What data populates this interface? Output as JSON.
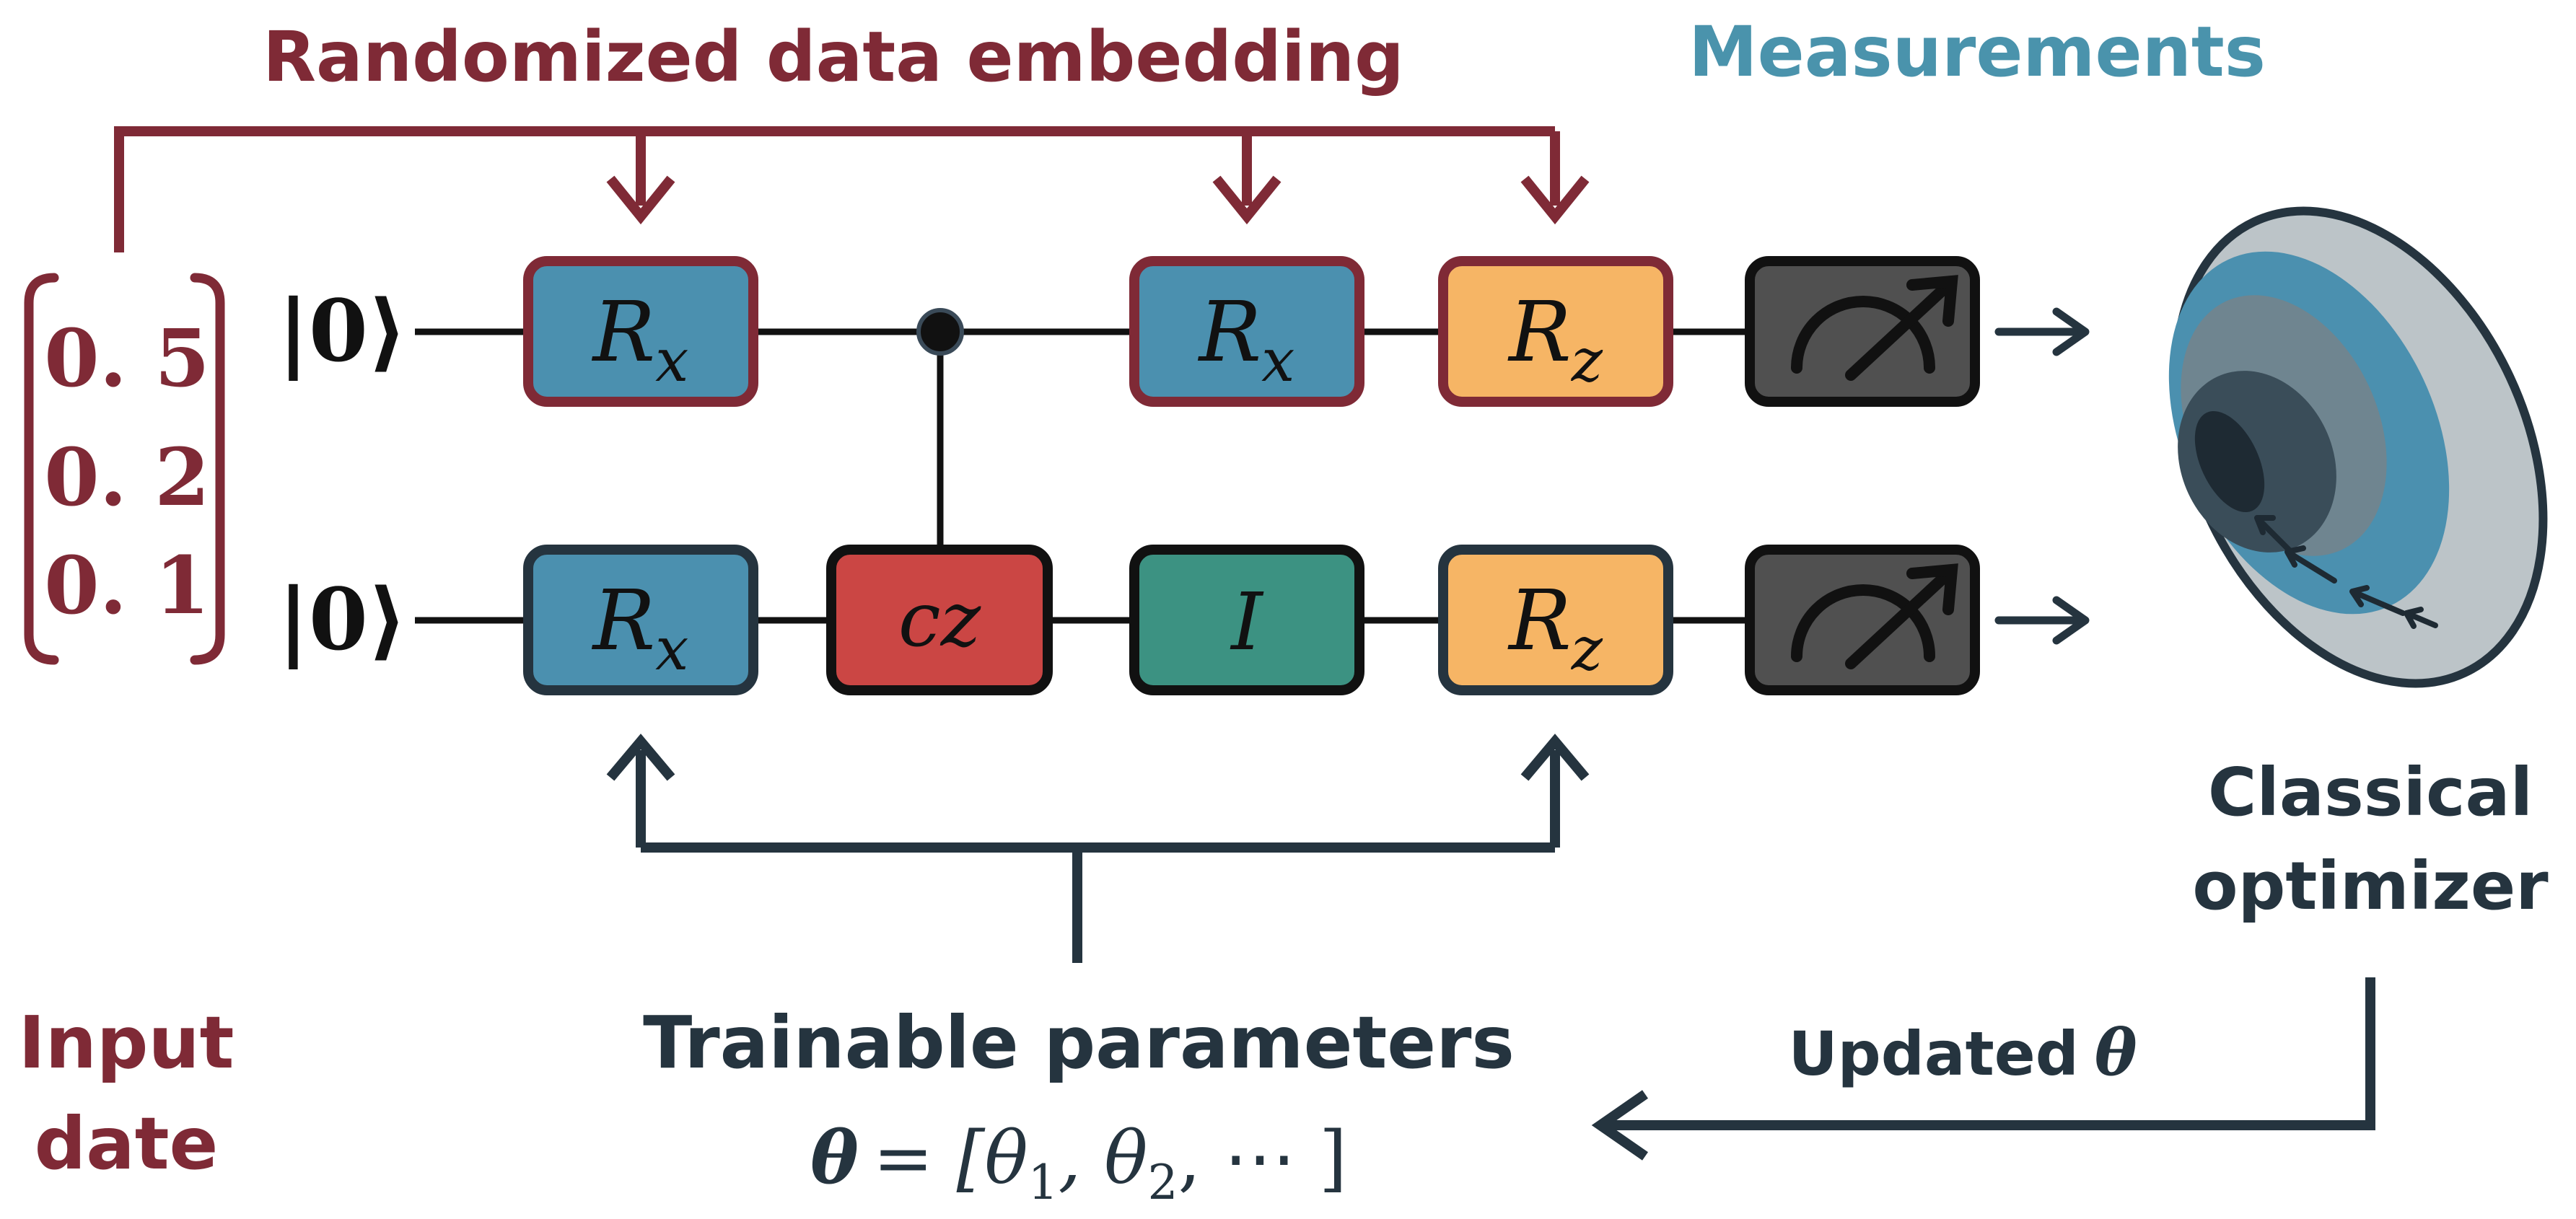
{
  "labels": {
    "embedding_title": "Randomized data embedding",
    "measurements_title": "Measurements",
    "input_line1": "Input",
    "input_line2": "date",
    "optimizer_line1": "Classical",
    "optimizer_line2": "optimizer",
    "trainable_title": "Trainable parameters",
    "theta_eq_lhs": "θ",
    "theta_eq_rhs": "= [θ",
    "theta_sub1": "1",
    "theta_mid": ", θ",
    "theta_sub2": "2",
    "theta_tail": ", ⋯ ]",
    "updated_text": "Updated",
    "updated_theta": "θ"
  },
  "input_vector": [
    "0. 5",
    "0. 2",
    "0. 1"
  ],
  "qubits": [
    {
      "ket": "|0⟩",
      "gates": [
        {
          "main": "R",
          "sub": "x",
          "type": "rx",
          "embedded": true
        },
        {
          "main": "R",
          "sub": "x",
          "type": "rx",
          "embedded": true
        },
        {
          "main": "R",
          "sub": "z",
          "type": "rz",
          "embedded": true
        }
      ]
    },
    {
      "ket": "|0⟩",
      "gates": [
        {
          "main": "R",
          "sub": "x",
          "type": "rx",
          "embedded": false
        },
        {
          "main": "cz",
          "sub": "",
          "type": "cz",
          "embedded": false
        },
        {
          "main": "I",
          "sub": "",
          "type": "id",
          "embedded": false
        },
        {
          "main": "R",
          "sub": "z",
          "type": "rz",
          "embedded": false
        }
      ]
    }
  ],
  "colors": {
    "maroon": "#7f2a36",
    "navy": "#25343f",
    "teal_text": "#4a93ac",
    "rx_fill": "#4b90af",
    "rz_fill": "#f6b565",
    "cz_fill": "#cb4644",
    "id_fill": "#3c9282",
    "meter_fill": "#505050"
  }
}
